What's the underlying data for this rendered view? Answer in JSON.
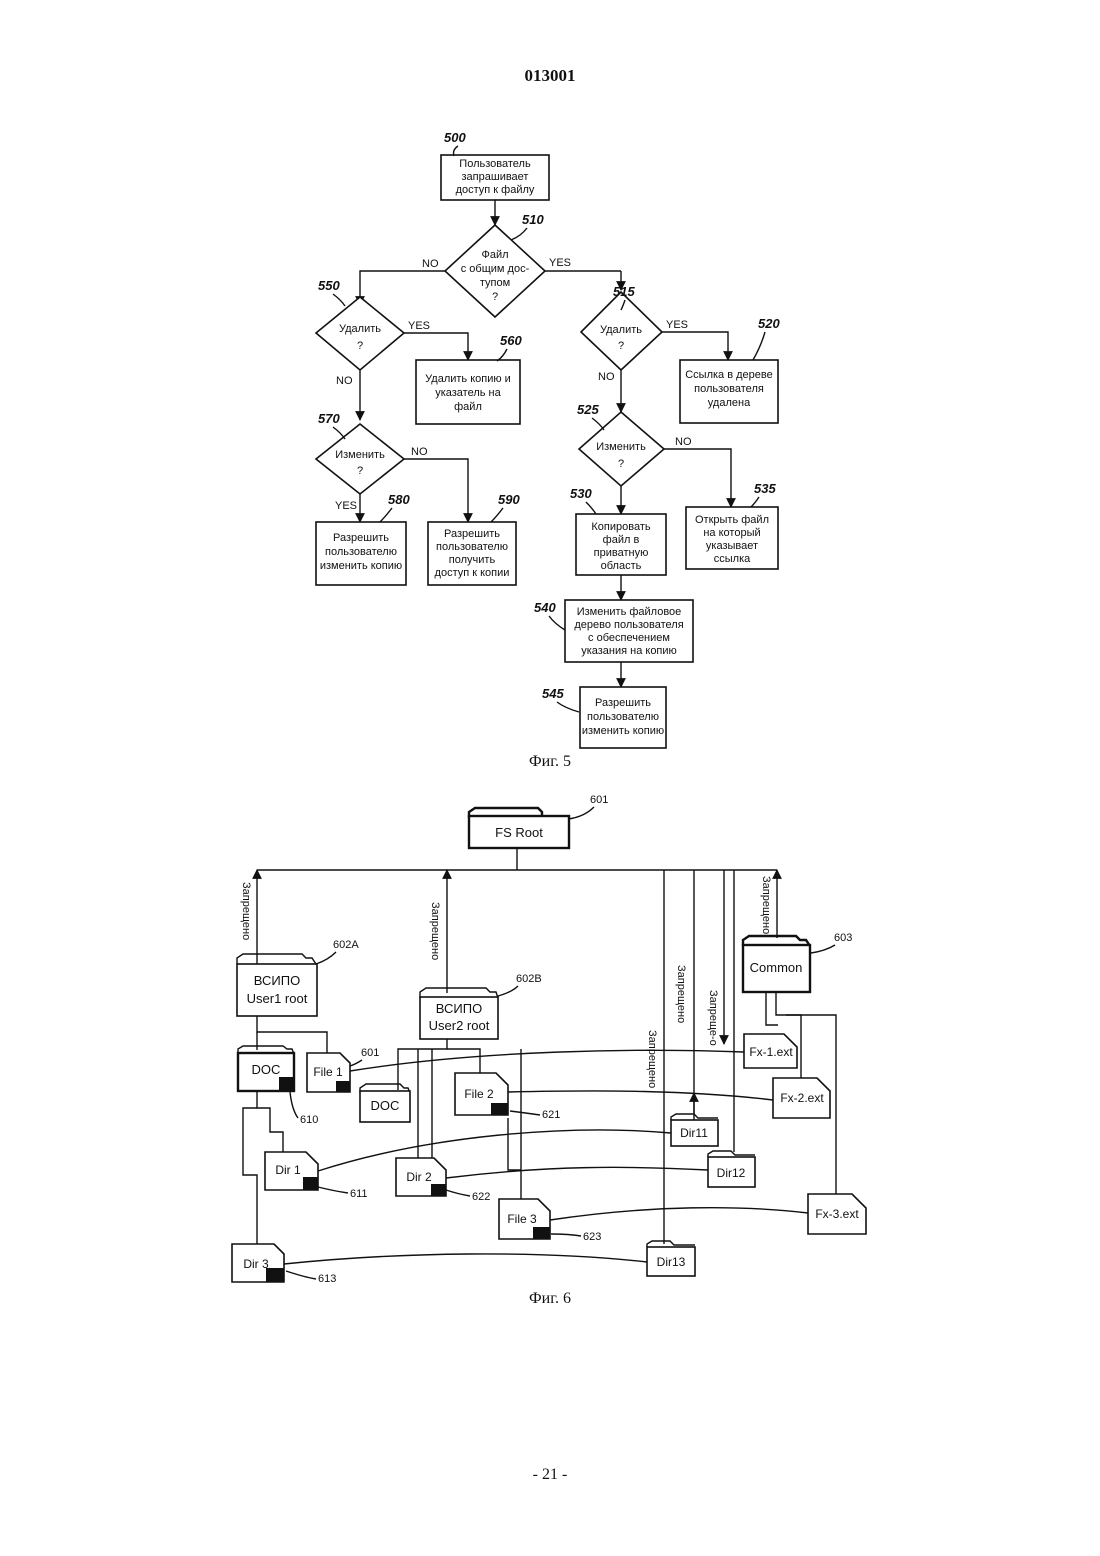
{
  "header": {
    "doc_number": "013001"
  },
  "footer": {
    "page_number": "- 21 -"
  },
  "fig5": {
    "caption": "Фиг. 5",
    "refs": {
      "r500": "500",
      "r510": "510",
      "r515": "515",
      "r520": "520",
      "r525": "525",
      "r530": "530",
      "r535": "535",
      "r540": "540",
      "r545": "545",
      "r550": "550",
      "r560": "560",
      "r570": "570",
      "r580": "580",
      "r590": "590"
    },
    "nodes": {
      "n500": [
        "Пользователь",
        "запрашивает",
        "доступ к файлу"
      ],
      "n510": [
        "Файл",
        "с общим дос-",
        "тупом",
        "?"
      ],
      "n550": [
        "Удалить",
        "?"
      ],
      "n560": [
        "Удалить копию и",
        "указатель на",
        "файл"
      ],
      "n570": [
        "Изменить",
        "?"
      ],
      "n580": [
        "Разрешить",
        "пользователю",
        "изменить копию"
      ],
      "n590": [
        "Разрешить",
        "пользователю",
        "получить",
        "доступ к копии"
      ],
      "n515": [
        "Удалить",
        "?"
      ],
      "n520": [
        "Ссылка в дереве",
        "пользователя",
        "удалена"
      ],
      "n525": [
        "Изменить",
        "?"
      ],
      "n530": [
        "Копировать",
        "файл в",
        "приватную",
        "область"
      ],
      "n535": [
        "Открыть файл",
        "на который",
        "указывает",
        "ссылка"
      ],
      "n540": [
        "Изменить файловое",
        "дерево пользователя",
        "с обеспечением",
        "указания на копию"
      ],
      "n545": [
        "Разрешить",
        "пользователю",
        "изменить копию"
      ]
    },
    "labels": {
      "no_510": "NO",
      "yes_510": "YES",
      "yes_550": "YES",
      "no_550": "NO",
      "no_570": "NO",
      "yes_570": "YES",
      "yes_515": "YES",
      "no_515": "NO",
      "no_525": "NO"
    }
  },
  "fig6": {
    "caption": "Фиг. 6",
    "root": "FS Root",
    "denied": "Запрещено",
    "denied_alt": "Запреще-о",
    "refs": {
      "r601": "601",
      "r601b": "601",
      "r602A": "602A",
      "r602B": "602B",
      "r603": "603",
      "r610": "610",
      "r611": "611",
      "r613": "613",
      "r621": "621",
      "r622": "622",
      "r623": "623"
    },
    "u1": [
      "ВСИПО",
      "User1 root"
    ],
    "u2": [
      "ВСИПО",
      "User2 root"
    ],
    "common": "Common",
    "items": {
      "doc1": "DOC",
      "file1": "File 1",
      "dir1": "Dir 1",
      "dir3": "Dir 3",
      "doc2": "DOC",
      "file2": "File 2",
      "dir2": "Dir 2",
      "file3": "File 3",
      "dir11": "Dir11",
      "dir12": "Dir12",
      "dir13": "Dir13",
      "fx1": "Fx-1.ext",
      "fx2": "Fx-2.ext",
      "fx3": "Fx-3.ext"
    }
  }
}
